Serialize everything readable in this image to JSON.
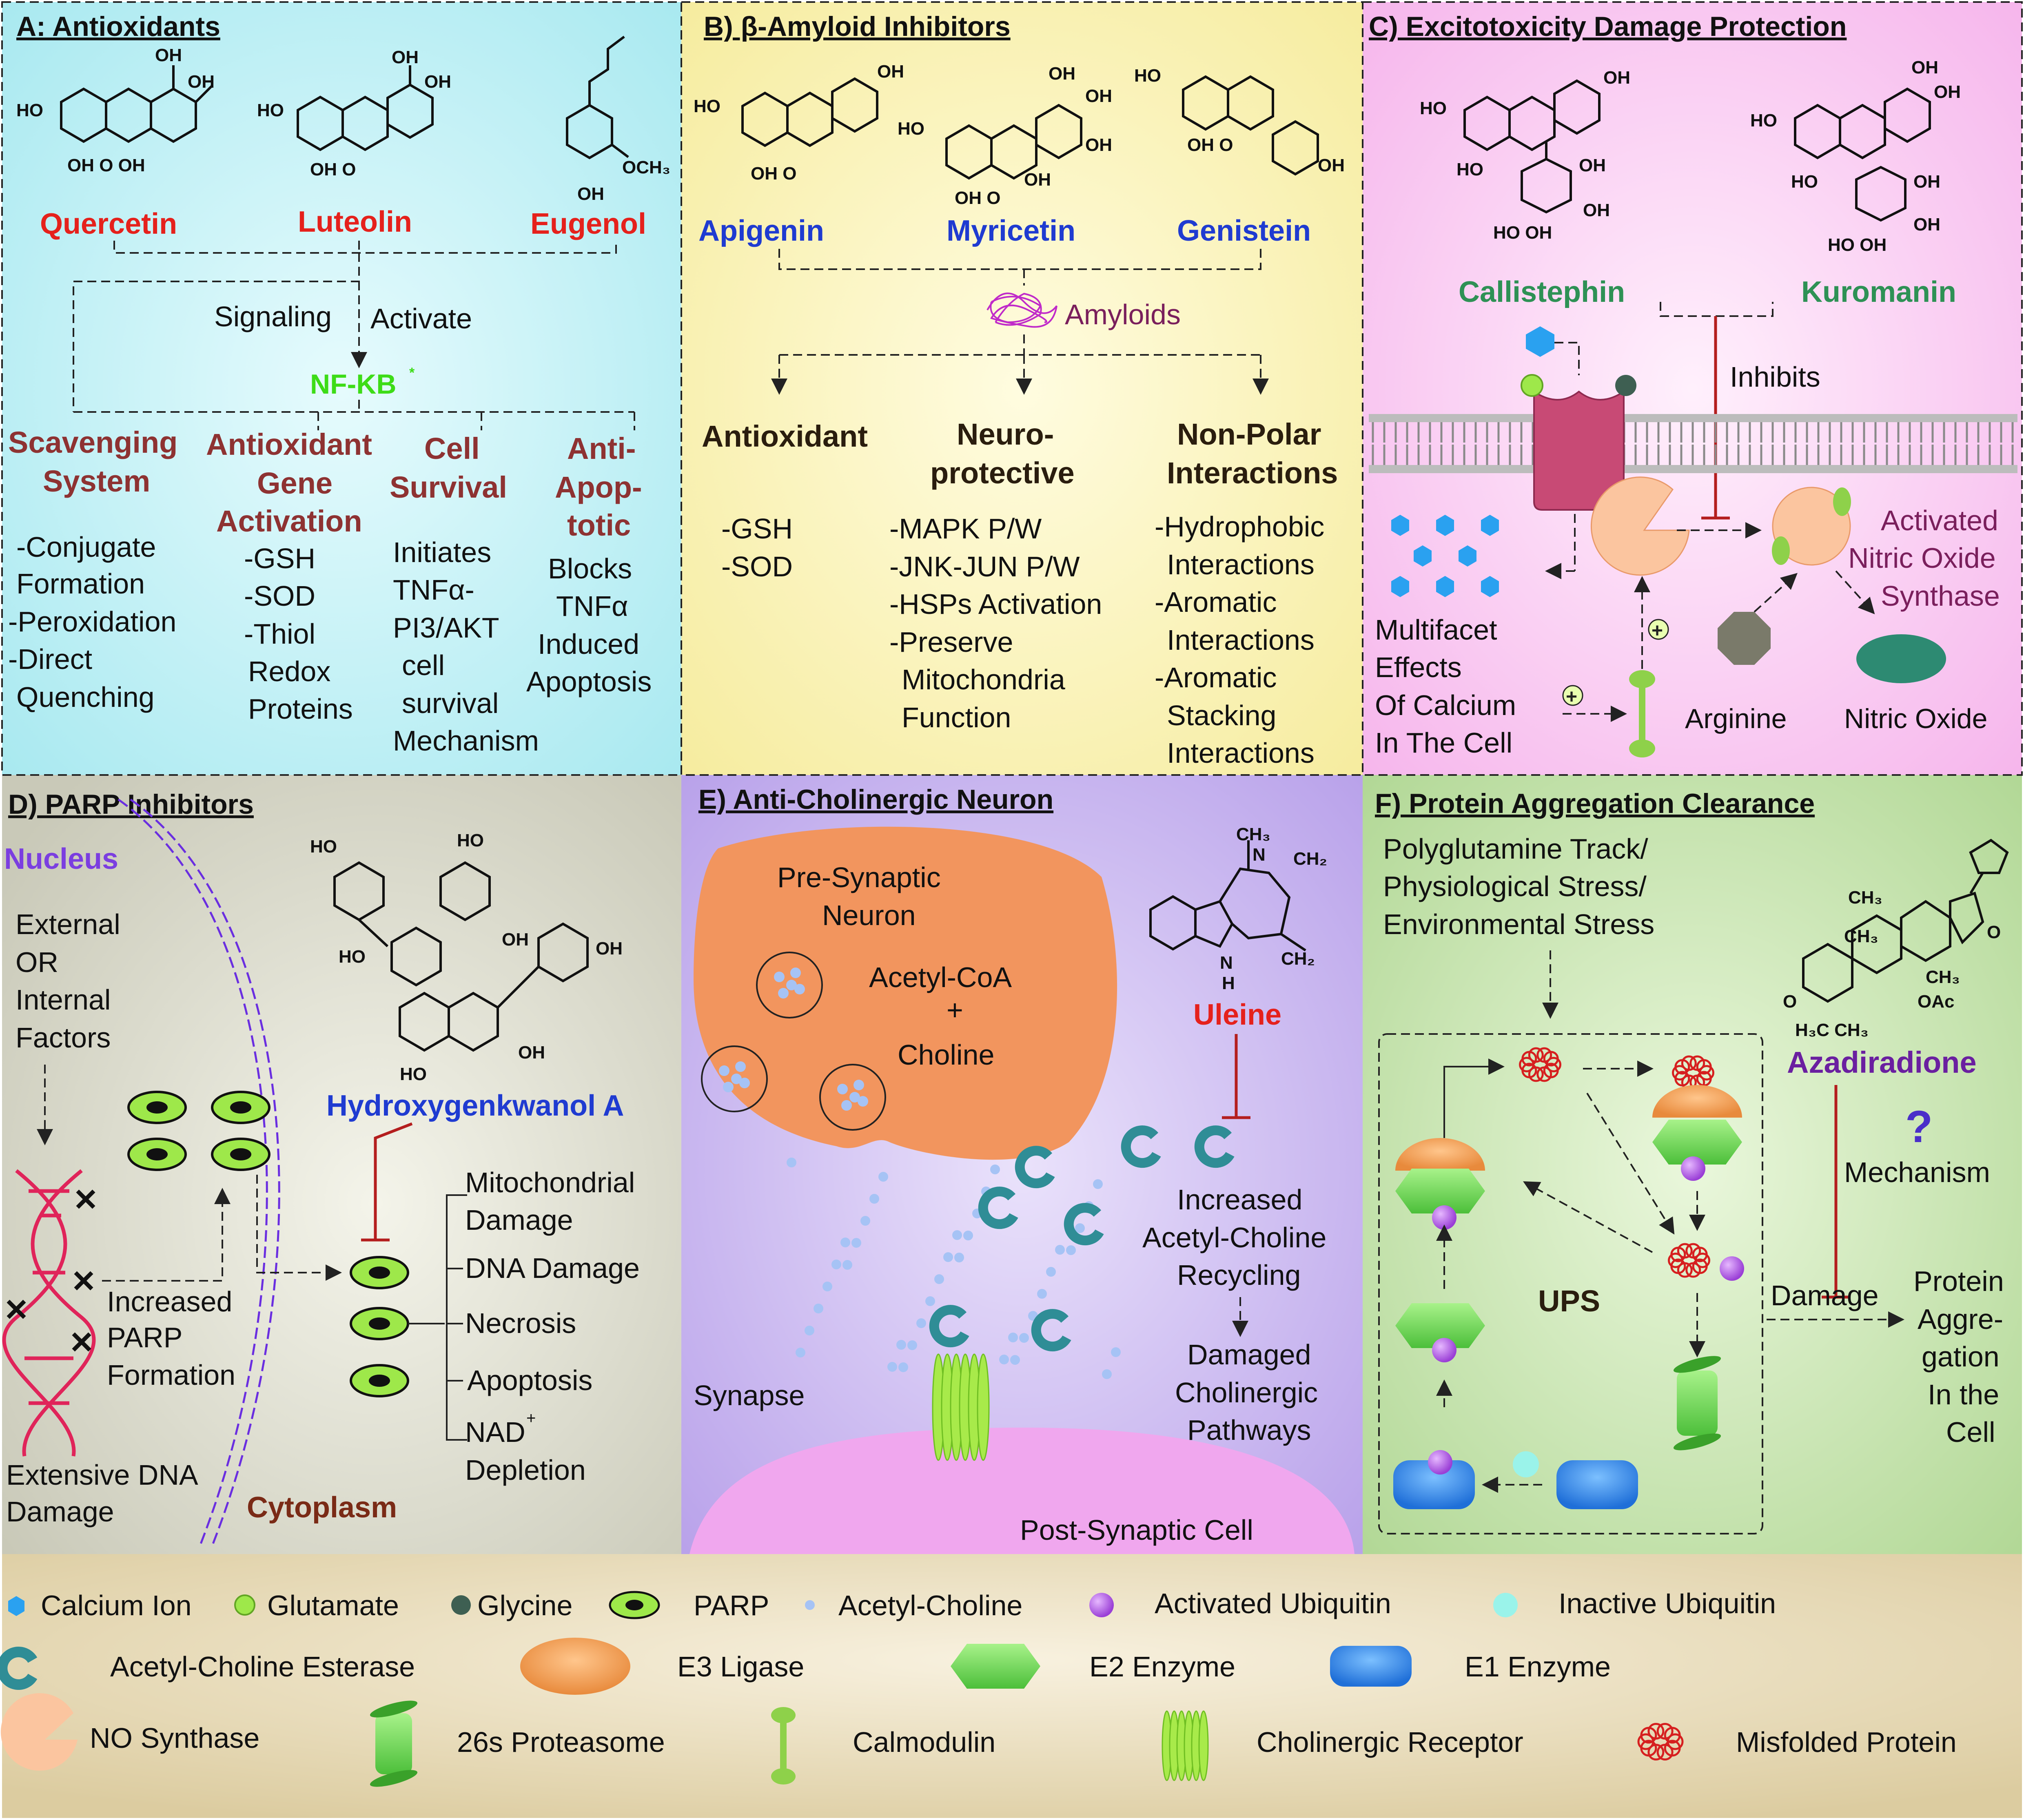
{
  "panels": {
    "a": {
      "title": "A: Antioxidants",
      "compounds": [
        "Quercetin",
        "Luteolin",
        "Eugenol"
      ],
      "signaling": "Signaling",
      "activate": "Activate",
      "nfkb": "NF-KB",
      "categories": [
        {
          "head": [
            "Scavenging",
            "System"
          ],
          "items": [
            "-Conjugate",
            "Formation",
            "-Peroxidation",
            "-Direct",
            "Quenching"
          ]
        },
        {
          "head": [
            "Antioxidant",
            "Gene",
            "Activation"
          ],
          "items": [
            "-GSH",
            "-SOD",
            "-Thiol",
            "Redox",
            "Proteins"
          ]
        },
        {
          "head": [
            "Cell",
            "Survival"
          ],
          "items": [
            "Initiates",
            "TNFα-",
            "PI3/AKT",
            "cell",
            "survival",
            "Mechanism"
          ]
        },
        {
          "head": [
            "Anti-",
            "Apop-",
            "totic"
          ],
          "items": [
            "Blocks",
            "TNFα",
            "Induced",
            "Apoptosis"
          ]
        }
      ]
    },
    "b": {
      "title": "B) β-Amyloid Inhibitors",
      "compounds": [
        "Apigenin",
        "Myricetin",
        "Genistein"
      ],
      "amyloids": "Amyloids",
      "categories": [
        {
          "head": [
            "Antioxidant"
          ],
          "items": [
            "-GSH",
            "-SOD"
          ]
        },
        {
          "head": [
            "Neuro-",
            "protective"
          ],
          "items": [
            "-MAPK P/W",
            "-JNK-JUN P/W",
            "-HSPs Activation",
            "-Preserve",
            "Mitochondria",
            "Function"
          ]
        },
        {
          "head": [
            "Non-Polar",
            "Interactions"
          ],
          "items": [
            "-Hydrophobic",
            "Interactions",
            "-Aromatic",
            "Interactions",
            "-Aromatic",
            "Stacking",
            "Interactions"
          ]
        }
      ]
    },
    "c": {
      "title": "C) Excitotoxicity Damage Protection",
      "compounds": [
        "Callistephin",
        "Kuromanin"
      ],
      "inhibits": "Inhibits",
      "activated": [
        "Activated",
        "Nitric Oxide",
        "Synthase"
      ],
      "calcium": [
        "Multifacet",
        "Effects",
        "Of Calcium",
        "In The Cell"
      ],
      "arginine": "Arginine",
      "nitric_oxide": "Nitric Oxide",
      "plus": "+"
    },
    "d": {
      "title": "D) PARP Inhibitors",
      "nucleus": "Nucleus",
      "factors": [
        "External",
        "OR",
        "Internal",
        "Factors"
      ],
      "increased": [
        "Increased",
        "PARP",
        "Formation"
      ],
      "dna": [
        "Extensive DNA",
        "Damage"
      ],
      "cytoplasm": "Cytoplasm",
      "compound": "Hydroxygenkwanol A",
      "effects": [
        "Mitochondrial",
        "Damage",
        "DNA Damage",
        "Necrosis",
        "Apoptosis",
        "NAD",
        "Depletion"
      ],
      "nad_sup": "+"
    },
    "e": {
      "title": "E) Anti-Cholinergic Neuron",
      "presyn": [
        "Pre-Synaptic",
        "Neuron"
      ],
      "acetyl": [
        "Acetyl-CoA",
        "+",
        "Choline"
      ],
      "compound": "Uleine",
      "recycling": [
        "Increased",
        "Acetyl-Choline",
        "Recycling"
      ],
      "damaged": [
        "Damaged",
        "Cholinergic",
        "Pathways"
      ],
      "synapse": "Synapse",
      "postsyn": "Post-Synaptic Cell"
    },
    "f": {
      "title": "F) Protein Aggregation Clearance",
      "stress": [
        "Polyglutamine Track/",
        "Physiological Stress/",
        "Environmental Stress"
      ],
      "compound": "Azadiradione",
      "question": "?",
      "mechanism": "Mechanism",
      "ups": "UPS",
      "damage": "Damage",
      "result": [
        "Protein",
        "Aggre-",
        "gation",
        "In the",
        "Cell"
      ]
    }
  },
  "legend": {
    "row1": [
      "Calcium Ion",
      "Glutamate",
      "Glycine",
      "PARP",
      "Acetyl-Choline",
      "Activated Ubiquitin",
      "Inactive Ubiquitin"
    ],
    "row2": [
      "Acetyl-Choline Esterase",
      "E3 Ligase",
      "E2 Enzyme",
      "E1 Enzyme"
    ],
    "row3": [
      "NO Synthase",
      "26s Proteasome",
      "Calmodulin",
      "Cholinergic Receptor",
      "Misfolded Protein"
    ]
  },
  "colors": {
    "panel_a": "#c6f2f6",
    "panel_b": "#fbf6c3",
    "panel_c": "#fbd3f4",
    "panel_d": "#dcdcd0",
    "panel_e": "#cdbdf0",
    "panel_f": "#c7e4b3",
    "legend": "#e8dcbb",
    "compound_red": "#e5211c",
    "compound_blue": "#1f3bd1",
    "compound_green": "#2e9155",
    "category_brown": "#8e3232"
  }
}
